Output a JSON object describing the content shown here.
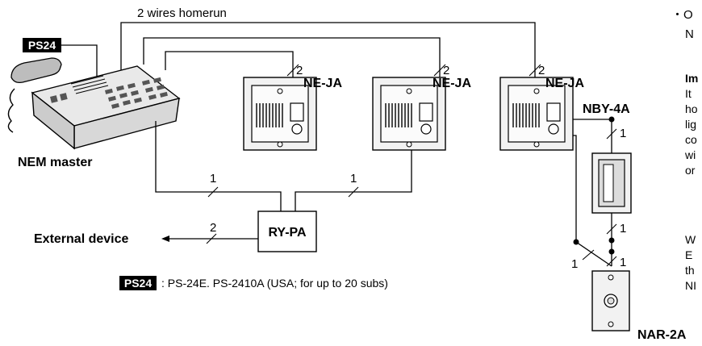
{
  "wiring": {
    "homerun_label": "2 wires homerun",
    "wire_count_2": "2",
    "wire_count_1": "1"
  },
  "devices": {
    "ps24_tag": "PS24",
    "master_label": "NEM master",
    "door_station_label": "NE-JA",
    "nby_label": "NBY-4A",
    "nar_label": "NAR-2A",
    "relay_label": "RY-PA",
    "external_label": "External device"
  },
  "note": {
    "tag": "PS24",
    "text": ": PS-24E. PS-2410A (USA; for up to 20 subs)"
  },
  "side_text": {
    "bullet_line": "・O",
    "line2": "N",
    "heading": "Im",
    "paragraph1": [
      "It",
      "ho",
      "lig",
      "co",
      "wi",
      "or"
    ],
    "paragraph2": [
      "W",
      "E",
      "th",
      "NI"
    ]
  },
  "colors": {
    "line": "#000000",
    "background": "#ffffff",
    "panel_fill": "#f2f2f2"
  }
}
